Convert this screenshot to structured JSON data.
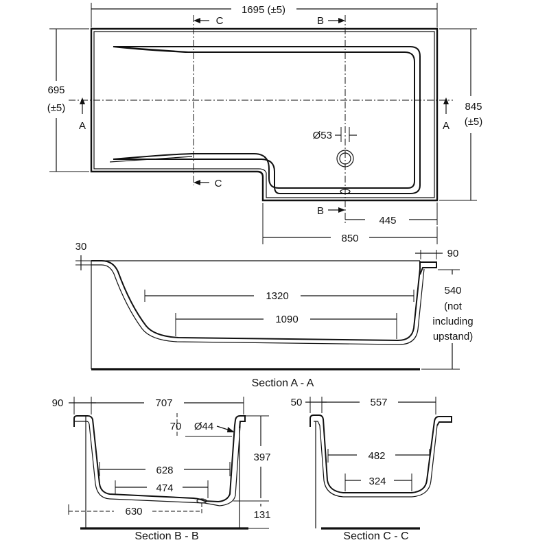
{
  "plan": {
    "overall_length": "1695 (±5)",
    "width_narrow": "695",
    "width_narrow_tol": "(±5)",
    "width_wide": "845",
    "width_wide_tol": "(±5)",
    "waste_diameter": "Ø53",
    "waste_offset": "445",
    "wide_section_length": "850",
    "section_a_left": "A",
    "section_a_right": "A",
    "section_b_top": "B",
    "section_b_bottom": "B",
    "section_c_top": "C",
    "section_c_bottom": "C"
  },
  "section_aa": {
    "caption": "Section A - A",
    "rim_left": "30",
    "rim_right": "90",
    "inner_top_length": "1320",
    "inner_floor_length": "1090",
    "depth_line1": "540",
    "depth_line2": "(not",
    "depth_line3": "including",
    "depth_line4": "upstand)"
  },
  "section_bb": {
    "caption": "Section B - B",
    "rim": "90",
    "top_width": "707",
    "overflow_offset": "70",
    "overflow_diameter": "Ø44",
    "mid_width": "628",
    "floor_width": "474",
    "base_width": "630",
    "depth": "397",
    "base_height": "131"
  },
  "section_cc": {
    "caption": "Section C - C",
    "rim": "50",
    "top_width": "557",
    "mid_width": "482",
    "floor_width": "324"
  }
}
